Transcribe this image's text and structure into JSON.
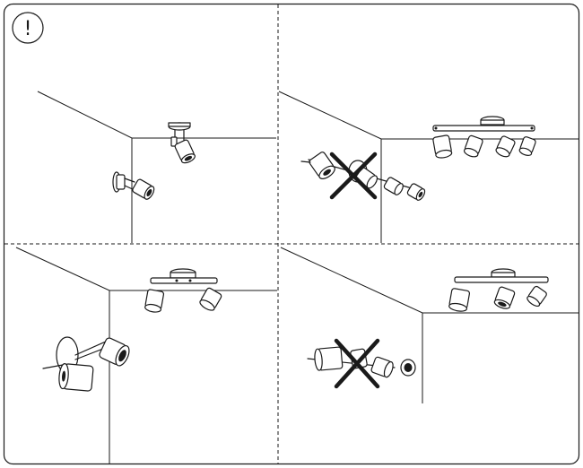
{
  "warning": {
    "symbol": "!",
    "icon": "warning-icon"
  },
  "panels": [
    {
      "position": "top-left",
      "status": "correct",
      "fixtures": [
        "single-spot-ceiling",
        "single-spot-wall"
      ]
    },
    {
      "position": "top-right",
      "status": "correct",
      "fixtures": [
        "four-spot-bar-ceiling"
      ],
      "wrong_fixtures": [
        "four-spot-bar-wall"
      ]
    },
    {
      "position": "bottom-left",
      "status": "correct",
      "fixtures": [
        "two-spot-bar-ceiling",
        "two-spot-wall"
      ]
    },
    {
      "position": "bottom-right",
      "status": "correct",
      "fixtures": [
        "three-spot-bar-ceiling"
      ],
      "wrong_fixtures": [
        "three-spot-bar-wall"
      ]
    }
  ],
  "colors": {
    "ink": "#1a1a1a",
    "background": "#ffffff"
  }
}
